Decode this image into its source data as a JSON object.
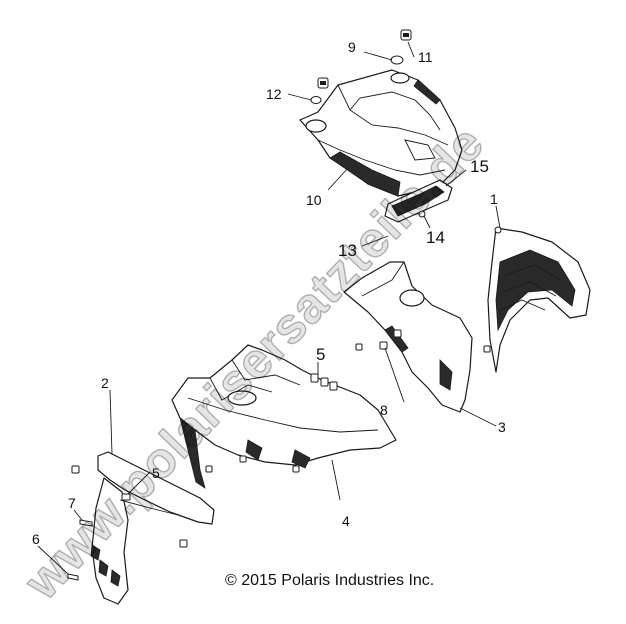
{
  "callouts": {
    "c1": "1",
    "c2": "2",
    "c3": "3",
    "c4": "4",
    "c5a": "5",
    "c5b": "5",
    "c6": "6",
    "c7": "7",
    "c8": "8",
    "c9": "9",
    "c10": "10",
    "c11": "11",
    "c12": "12",
    "c13": "13",
    "c14": "14",
    "c15": "15"
  },
  "copyright": "© 2015 Polaris Industries Inc.",
  "watermark": "www.polarisersatzteile.de"
}
